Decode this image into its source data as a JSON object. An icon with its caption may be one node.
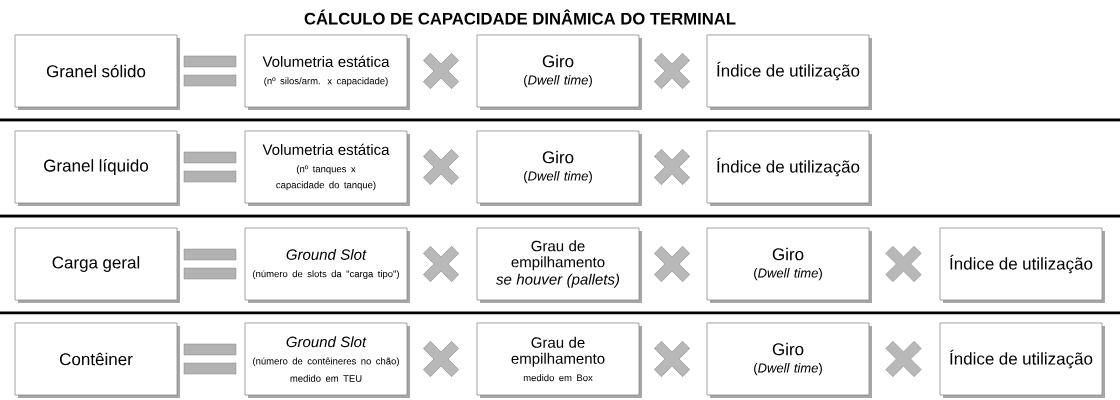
{
  "diagram": {
    "title": "CÁLCULO DE CAPACIDADE DINÂMICA DO TERMINAL",
    "nodes": [
      {
        "text": [
          "Granel sólido"
        ]
      },
      {
        "text": [
          "Volumetria estática",
          "(nº silos/arm. x capacidade)"
        ]
      },
      {
        "text": [
          "Giro",
          "(*Dwell time*)"
        ]
      },
      {
        "text": [
          "Índice de utilização"
        ]
      },
      {
        "text": [
          "Granel líquido"
        ]
      },
      {
        "text": [
          "Volumetria estática",
          "(nº tanques x capacidade do tanque)"
        ]
      },
      {
        "text": [
          "Giro",
          "(*Dwell time*)"
        ]
      },
      {
        "text": [
          "Índice de utilização"
        ]
      },
      {
        "text": [
          "Carga geral"
        ]
      },
      {
        "text": [
          "Ground Slot",
          "(número de slots da \"carga tipo\")"
        ]
      },
      {
        "text": [
          "Grau de empilhamento",
          "se houver (pallets)"
        ]
      },
      {
        "text": [
          "Giro",
          "(*Dwell time*)"
        ]
      },
      {
        "text": [
          "Índice de utilização"
        ]
      },
      {
        "text": [
          "Contêiner"
        ]
      },
      {
        "text": [
          "Ground Slot",
          "(número de contêineres no chão)",
          "medido em TEU"
        ]
      },
      {
        "text": [
          "Grau de empilhamento",
          "medido em Box"
        ]
      },
      {
        "text": [
          "Giro",
          "(*Dwell time*)"
        ]
      },
      {
        "text": [
          "Índice de utilização"
        ]
      }
    ]
  }
}
